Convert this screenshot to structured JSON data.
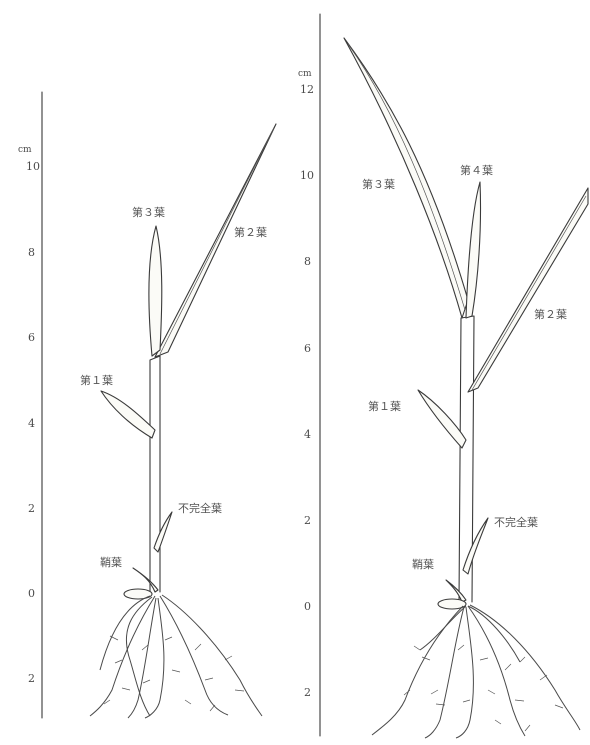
{
  "left_panel": {
    "axis_unit": "cm",
    "ticks": [
      "10",
      "8",
      "6",
      "4",
      "2",
      "0",
      "2"
    ],
    "labels": {
      "leaf3": "第３葉",
      "leaf2": "第２葉",
      "leaf1": "第１葉",
      "incomplete": "不完全葉",
      "sheath": "鞘葉"
    }
  },
  "right_panel": {
    "axis_unit": "cm",
    "ticks": [
      "12",
      "10",
      "8",
      "6",
      "4",
      "2",
      "0",
      "2"
    ],
    "labels": {
      "leaf3": "第３葉",
      "leaf4": "第４葉",
      "leaf2": "第２葉",
      "leaf1": "第１葉",
      "incomplete": "不完全葉",
      "sheath": "鞘葉"
    }
  }
}
